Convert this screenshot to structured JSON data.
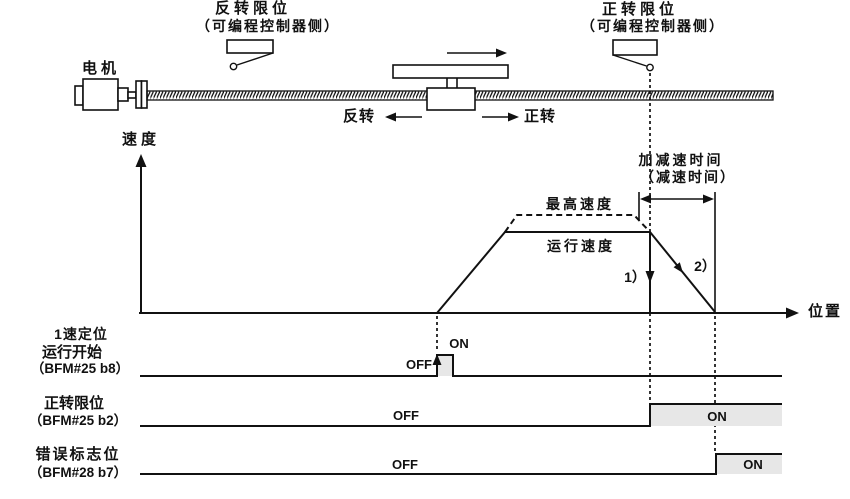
{
  "machine": {
    "motor": "电机",
    "reverse_limit_title": "反转限位",
    "reverse_limit_sub": "（可编程控制器侧）",
    "forward_limit_title": "正转限位",
    "forward_limit_sub": "（可编程控制器侧）",
    "reverse_dir": "反转",
    "forward_dir": "正转"
  },
  "graph": {
    "y_axis": "速度",
    "x_axis": "位置",
    "max_speed": "最高速度",
    "run_speed": "运行速度",
    "time_note_line1": "加减速时间",
    "time_note_line2": "（减速时间）",
    "marker1": "1）",
    "marker2": "2）"
  },
  "signals": {
    "start": {
      "name_line1": "1速定位",
      "name_line2": "运行开始",
      "name_line3": "（BFM#25 b8）",
      "off": "OFF",
      "on": "ON"
    },
    "forward_limit": {
      "name_line1": "正转限位",
      "name_line2": "（BFM#25 b2）",
      "off": "OFF",
      "on": "ON"
    },
    "error_flag": {
      "name_line1": "错误标志位",
      "name_line2": "（BFM#28 b7）",
      "off": "OFF",
      "on": "ON"
    }
  },
  "colors": {
    "line": "#111111",
    "on_fill": "#e7e7e7",
    "background": "#ffffff"
  }
}
